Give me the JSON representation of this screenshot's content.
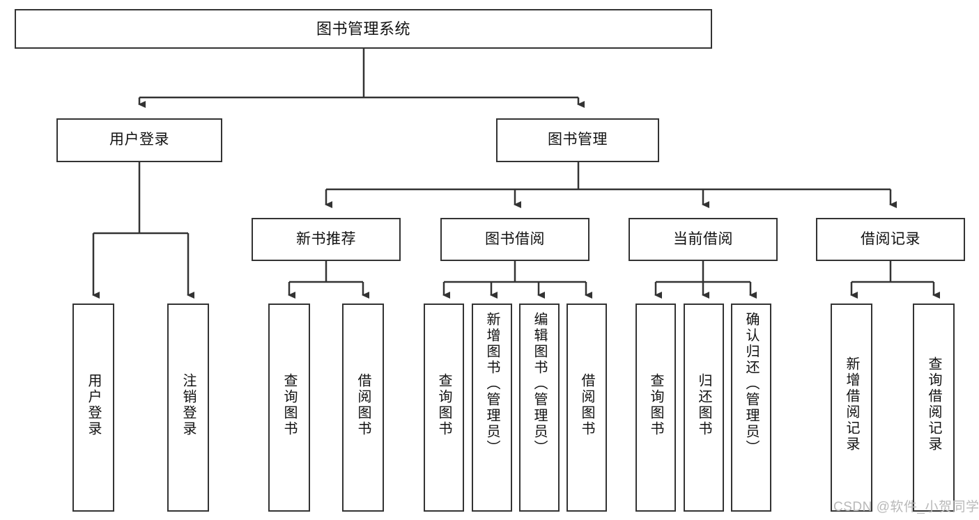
{
  "diagram": {
    "title": "图书管理系统",
    "type": "tree-hierarchy-chart",
    "colors": {
      "node_border": "#333333",
      "node_fill": "#ffffff",
      "edge": "#333333",
      "background": "#ffffff",
      "watermark": "#b9b9b9"
    },
    "levels": {
      "root": [
        "图书管理系统"
      ],
      "level2": [
        "用户登录",
        "图书管理"
      ],
      "level3": [
        "新书推荐",
        "图书借阅",
        "当前借阅",
        "借阅记录"
      ],
      "leaves": [
        "用户登录",
        "注销登录",
        "查询图书",
        "借阅图书",
        "查询图书",
        "新增图书（管理员）",
        "编辑图书（管理员）",
        "借阅图书",
        "查询图书",
        "归还图书",
        "确认归还（管理员）",
        "新增借阅记录",
        "查询借阅记录"
      ]
    },
    "nodes": {
      "root": {
        "label": "图书管理系统"
      },
      "user_login": {
        "label": "用户登录"
      },
      "book_manage": {
        "label": "图书管理"
      },
      "new_book_rec": {
        "label": "新书推荐"
      },
      "book_borrow": {
        "label": "图书借阅"
      },
      "current_borrow": {
        "label": "当前借阅"
      },
      "borrow_record": {
        "label": "借阅记录"
      },
      "leaf_user_login": {
        "label": "用户登录"
      },
      "leaf_logout": {
        "label": "注销登录"
      },
      "leaf_query_book_a": {
        "label": "查询图书"
      },
      "leaf_borrow_book_a": {
        "label": "借阅图书"
      },
      "leaf_query_book_b": {
        "label": "查询图书"
      },
      "leaf_add_book": {
        "label": "新增图书（管理员）"
      },
      "leaf_edit_book": {
        "label": "编辑图书（管理员）"
      },
      "leaf_borrow_book_b": {
        "label": "借阅图书"
      },
      "leaf_query_book_c": {
        "label": "查询图书"
      },
      "leaf_return_book": {
        "label": "归还图书"
      },
      "leaf_confirm_return": {
        "label": "确认归还（管理员）"
      },
      "leaf_add_record": {
        "label": "新增借阅记录"
      },
      "leaf_query_record": {
        "label": "查询借阅记录"
      }
    }
  },
  "watermark": {
    "text": "CSDN @软件_小贺同学"
  }
}
